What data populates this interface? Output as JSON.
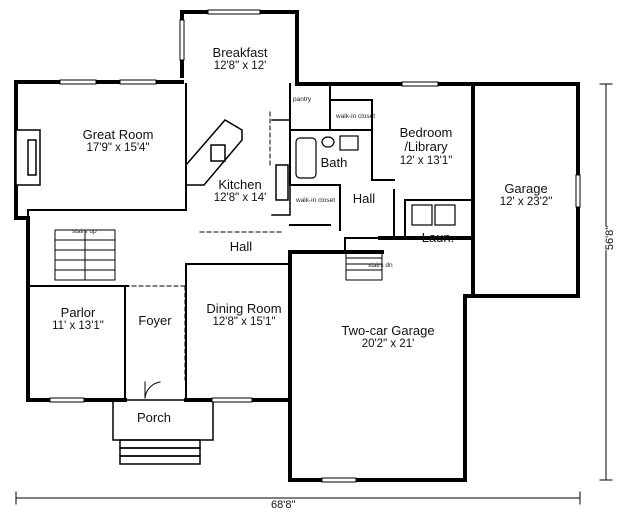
{
  "plan": {
    "rooms": [
      {
        "id": "breakfast",
        "name": "Breakfast",
        "dims": "12'8\" x 12'"
      },
      {
        "id": "great-room",
        "name": "Great Room",
        "dims": "17'9\" x 15'4\""
      },
      {
        "id": "kitchen",
        "name": "Kitchen",
        "dims": "12'8\" x 14'"
      },
      {
        "id": "bath",
        "name": "Bath",
        "dims": ""
      },
      {
        "id": "bedroom",
        "name": "Bedroom\n/Library",
        "dims": "12' x 13'1\""
      },
      {
        "id": "garage",
        "name": "Garage",
        "dims": "12' x 23'2\""
      },
      {
        "id": "hall-upper",
        "name": "Hall",
        "dims": ""
      },
      {
        "id": "hall-lower",
        "name": "Hall",
        "dims": ""
      },
      {
        "id": "laundry",
        "name": "Laun.",
        "dims": ""
      },
      {
        "id": "parlor",
        "name": "Parlor",
        "dims": "11' x 13'1\""
      },
      {
        "id": "foyer",
        "name": "Foyer",
        "dims": ""
      },
      {
        "id": "dining",
        "name": "Dining Room",
        "dims": "12'8\" x 15'1\""
      },
      {
        "id": "two-car-garage",
        "name": "Two-car Garage",
        "dims": "20'2\" x 21'"
      },
      {
        "id": "porch",
        "name": "Porch",
        "dims": ""
      }
    ],
    "small_labels": {
      "pantry": "pantry",
      "walk_in_closet_1": "walk-in closet",
      "walk_in_closet_2": "walk-in closet",
      "stairs_up": "stairs up",
      "stairs_dn": "stairs dn"
    },
    "overall": {
      "width": "68'8\"",
      "depth": "56'8\""
    }
  }
}
